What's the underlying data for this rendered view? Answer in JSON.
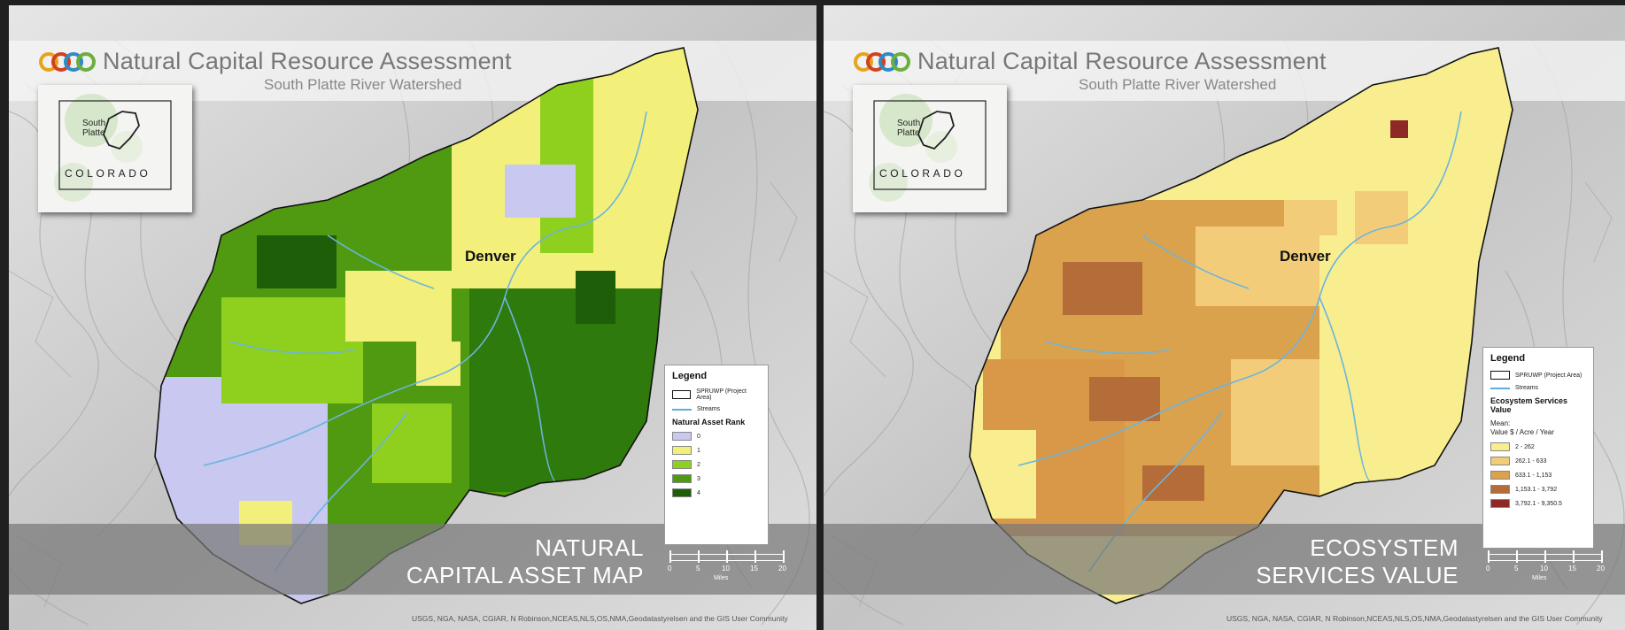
{
  "header": {
    "title": "Natural Capital Resource Assessment",
    "subtitle": "South Platte River Watershed",
    "logo_colors": [
      "#e8a31a",
      "#d2401e",
      "#2f8bc7",
      "#6cad3c"
    ]
  },
  "inset_map": {
    "region_label_1": "South",
    "region_label_2": "Platte",
    "state_label": "COLORADO"
  },
  "city_label": "Denver",
  "maps": [
    {
      "id": "natural",
      "label_line1": "NATURAL",
      "label_line2": "CAPITAL ASSET MAP",
      "legend": {
        "title": "Legend",
        "boundary_label": "SPRUWP (Project Area)",
        "streams_label": "Streams",
        "class_title": "Natural Asset Rank",
        "classes": [
          {
            "label": "0",
            "color": "#c8c8f0"
          },
          {
            "label": "1",
            "color": "#f2f07a"
          },
          {
            "label": "2",
            "color": "#8fd01e"
          },
          {
            "label": "3",
            "color": "#4f9a10"
          },
          {
            "label": "4",
            "color": "#1e5e08"
          }
        ]
      },
      "scale": {
        "ticks": [
          "0",
          "5",
          "10",
          "15",
          "20"
        ],
        "unit": "Miles"
      }
    },
    {
      "id": "ecosystem",
      "label_line1": "ECOSYSTEM",
      "label_line2": "SERVICES VALUE",
      "legend": {
        "title": "Legend",
        "boundary_label": "SPRUWP (Project Area)",
        "streams_label": "Streams",
        "class_title_1": "Ecosystem Services",
        "class_title_2": "Value",
        "sub_1": "Mean:",
        "sub_2": "Value $ / Acre / Year",
        "classes": [
          {
            "label": "2 - 262",
            "color": "#f8ee90"
          },
          {
            "label": "262.1 - 633",
            "color": "#f3cc7a"
          },
          {
            "label": "633.1 - 1,153",
            "color": "#dba24e"
          },
          {
            "label": "1,153.1 - 3,792",
            "color": "#b46c38"
          },
          {
            "label": "3,792.1 - 9,350.5",
            "color": "#8e2a26"
          }
        ]
      },
      "scale": {
        "ticks": [
          "0",
          "5",
          "10",
          "15",
          "20"
        ],
        "unit": "Miles"
      }
    }
  ],
  "credit": "USGS, NGA, NASA, CGIAR, N Robinson,NCEAS,NLS,OS,NMA,Geodatastyrelsen and the GIS User Community"
}
